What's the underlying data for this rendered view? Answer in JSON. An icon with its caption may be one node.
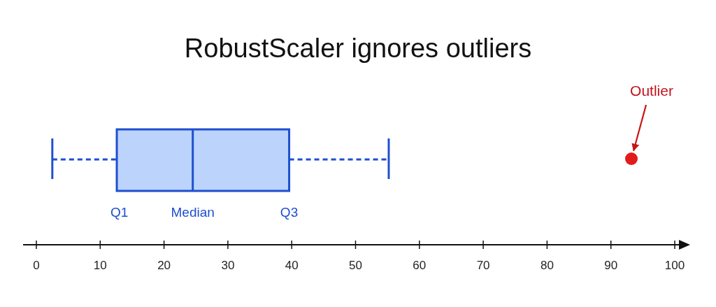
{
  "diagram": {
    "title": "RobustScaler ignores outliers",
    "nodes": [
      {
        "text": [
          "Outlier"
        ]
      },
      {
        "text": [],
        "shape": "circle"
      }
    ],
    "edges": [
      {
        "from": 0,
        "to": 1,
        "arrow": "to"
      }
    ],
    "labels": [
      "Q1",
      "Median",
      "Q3",
      "0",
      "10",
      "20",
      "30",
      "40",
      "50",
      "60",
      "70",
      "80",
      "90",
      "100"
    ]
  }
}
